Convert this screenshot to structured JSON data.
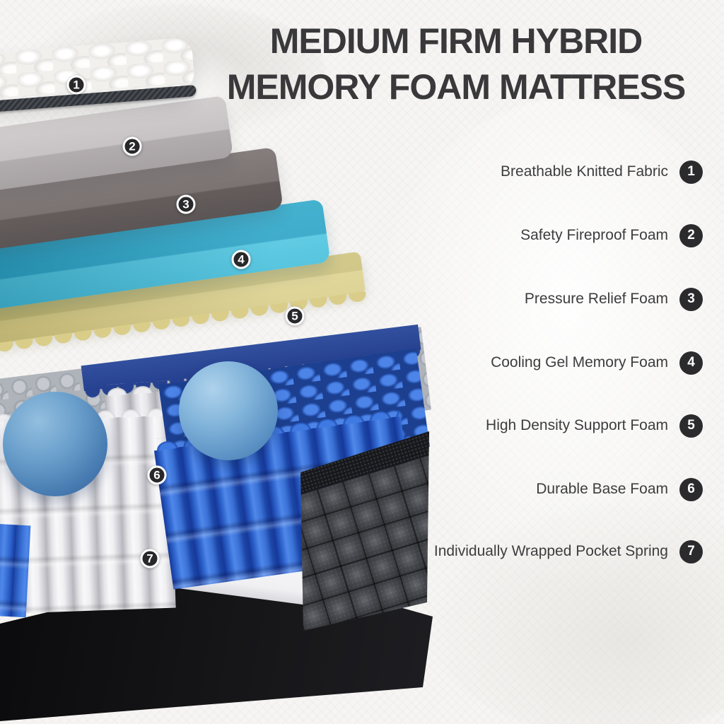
{
  "title": {
    "line1": "MEDIUM FIRM HYBRID",
    "line2": "MEMORY FOAM MATTRESS"
  },
  "legend": {
    "items": [
      {
        "number": "1",
        "label": "Breathable Knitted Fabric"
      },
      {
        "number": "2",
        "label": "Safety Fireproof Foam"
      },
      {
        "number": "3",
        "label": "Pressure Relief Foam"
      },
      {
        "number": "4",
        "label": "Cooling Gel Memory Foam"
      },
      {
        "number": "5",
        "label": "High Density Support Foam"
      },
      {
        "number": "6",
        "label": "Durable Base Foam"
      },
      {
        "number": "7",
        "label": "Individually Wrapped Pocket Spring"
      }
    ]
  },
  "diagram": {
    "layers": [
      {
        "number": "1",
        "name": "Breathable Knitted Fabric",
        "color": "#f1f0ed"
      },
      {
        "number": "2",
        "name": "Safety Fireproof Foam",
        "color": "#c7c3c4"
      },
      {
        "number": "3",
        "name": "Pressure Relief Foam",
        "color": "#7a7372"
      },
      {
        "number": "4",
        "name": "Cooling Gel Memory Foam",
        "color": "#3db4d2"
      },
      {
        "number": "5",
        "name": "High Density Support Foam",
        "color": "#d2c680"
      },
      {
        "number": "6",
        "name": "Durable Base Foam",
        "color": "#ededf0"
      },
      {
        "number": "7",
        "name": "Individually Wrapped Pocket Spring",
        "color": "#2f6ad0"
      }
    ]
  },
  "colors": {
    "background": "#f6f5f3",
    "title_text": "#39393b",
    "legend_text": "#3d3d3f",
    "marker_background": "#28282a",
    "spring_blue": "#2d63cc",
    "ball_blue": "#6ba0cc",
    "base_black": "#0b0b0d"
  }
}
